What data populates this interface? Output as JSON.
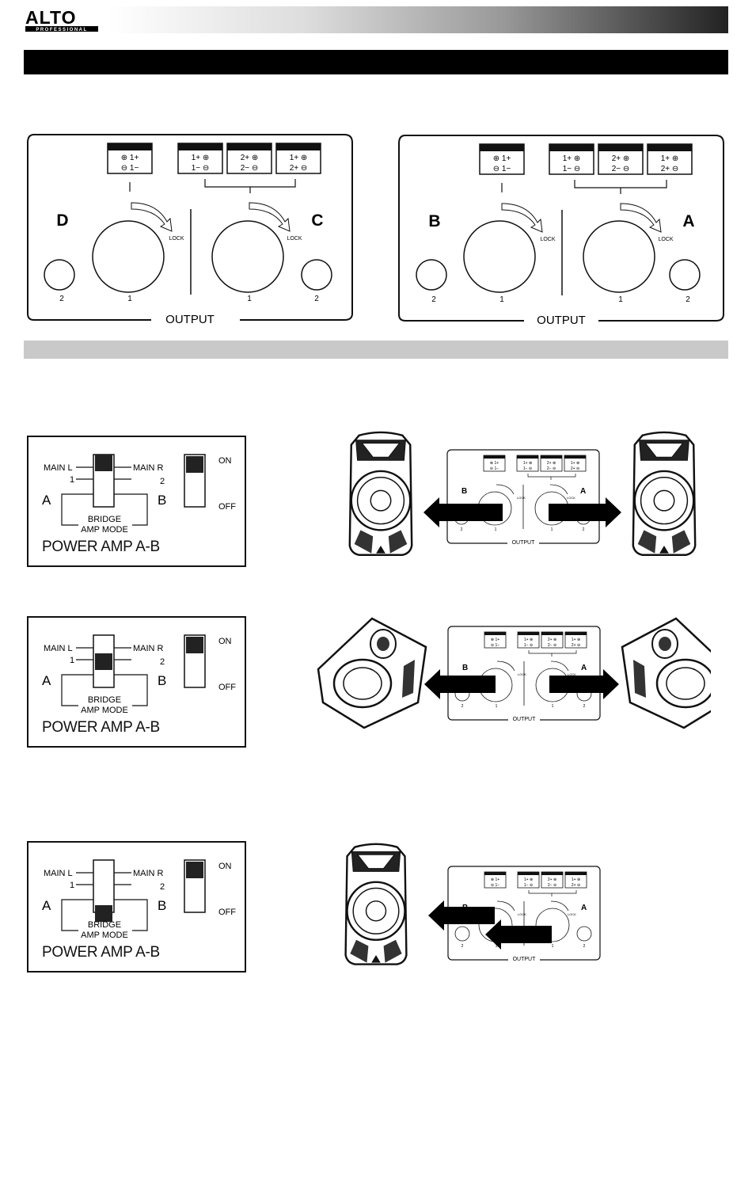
{
  "brand": {
    "logo_text": "ALTO",
    "logo_sub": "PROFESSIONAL"
  },
  "output_panels": [
    {
      "id": "cd",
      "terminal_blocks": [
        {
          "line1": "⊕ 1+",
          "line2": "⊖ 1−"
        },
        {
          "line1": "1+ ⊕",
          "line2": "1− ⊖"
        },
        {
          "line1": "2+ ⊕",
          "line2": "2− ⊖"
        },
        {
          "line1": "1+ ⊕",
          "line2": "2+ ⊖"
        }
      ],
      "left_letter": "D",
      "right_letter": "C",
      "lock_label": "LOCK",
      "left_small_num": "2",
      "left_big_num": "1",
      "right_big_num": "1",
      "right_small_num": "2",
      "output_label": "OUTPUT"
    },
    {
      "id": "ba",
      "terminal_blocks": [
        {
          "line1": "⊕ 1+",
          "line2": "⊖ 1−"
        },
        {
          "line1": "1+ ⊕",
          "line2": "1− ⊖"
        },
        {
          "line1": "2+ ⊕",
          "line2": "2− ⊖"
        },
        {
          "line1": "1+ ⊕",
          "line2": "2+ ⊖"
        }
      ],
      "left_letter": "B",
      "right_letter": "A",
      "lock_label": "LOCK",
      "left_small_num": "2",
      "left_big_num": "1",
      "right_big_num": "1",
      "right_small_num": "2",
      "output_label": "OUTPUT"
    }
  ],
  "switch_panels": [
    {
      "main_l": "MAIN L",
      "main_r": "MAIN R",
      "num_1": "1",
      "num_2": "2",
      "a": "A",
      "b": "B",
      "bridge1": "BRIDGE",
      "bridge2": "AMP MODE",
      "on": "ON",
      "off": "OFF",
      "title": "POWER AMP A-B",
      "selector_position": "main",
      "power_state": "on"
    },
    {
      "main_l": "MAIN L",
      "main_r": "MAIN R",
      "num_1": "1",
      "num_2": "2",
      "a": "A",
      "b": "B",
      "bridge1": "BRIDGE",
      "bridge2": "AMP MODE",
      "on": "ON",
      "off": "OFF",
      "title": "POWER AMP A-B",
      "selector_position": "1-2",
      "power_state": "on"
    },
    {
      "main_l": "MAIN L",
      "main_r": "MAIN R",
      "num_1": "1",
      "num_2": "2",
      "a": "A",
      "b": "B",
      "bridge1": "BRIDGE",
      "bridge2": "AMP MODE",
      "on": "ON",
      "off": "OFF",
      "title": "POWER AMP A-B",
      "selector_position": "bridge",
      "power_state": "on"
    }
  ],
  "diagrams": [
    {
      "type": "stereo-cabinets",
      "left": "B",
      "right": "A",
      "lock": "LOCK",
      "output": "OUTPUT",
      "n1": "1",
      "n2": "2",
      "blocks": [
        [
          "⊕ 1+",
          "⊖ 1−"
        ],
        [
          "1+ ⊕",
          "1− ⊖"
        ],
        [
          "2+ ⊕",
          "2− ⊖"
        ],
        [
          "1+ ⊕",
          "2+ ⊖"
        ]
      ]
    },
    {
      "type": "stereo-wedges",
      "left": "B",
      "right": "A",
      "lock": "LOCK",
      "output": "OUTPUT",
      "n1": "1",
      "n2": "2",
      "blocks": [
        [
          "⊕ 1+",
          "⊖ 1−"
        ],
        [
          "1+ ⊕",
          "1− ⊖"
        ],
        [
          "2+ ⊕",
          "2− ⊖"
        ],
        [
          "1+ ⊕",
          "2+ ⊖"
        ]
      ]
    },
    {
      "type": "bridge-cabinet",
      "left": "B",
      "right": "A",
      "lock": "LOCK",
      "output": "OUTPUT",
      "n1": "1",
      "n2": "2",
      "blocks": [
        [
          "⊕ 1+",
          "⊖ 1−"
        ],
        [
          "1+ ⊕",
          "1− ⊖"
        ],
        [
          "2+ ⊕",
          "2− ⊖"
        ],
        [
          "1+ ⊕",
          "2+ ⊖"
        ]
      ]
    }
  ]
}
